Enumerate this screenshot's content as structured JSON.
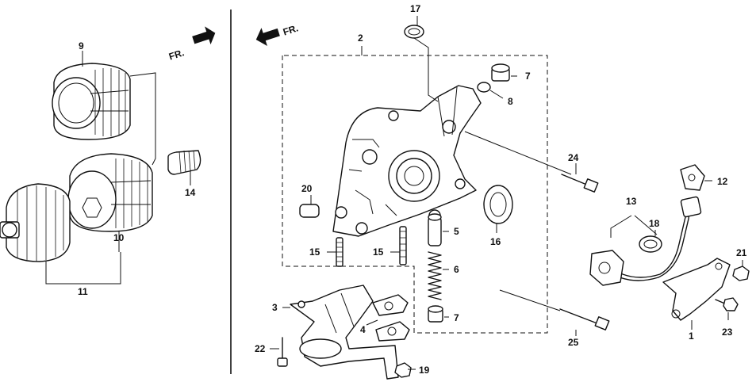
{
  "fr_labels": {
    "left": "FR.",
    "right": "FR."
  },
  "callouts": {
    "c9": "9",
    "c10": "10",
    "c11": "11",
    "c14": "14",
    "c17": "17",
    "c2": "2",
    "c7a": "7",
    "c8": "8",
    "c24": "24",
    "c20": "20",
    "c5": "5",
    "c16": "16",
    "c15a": "15",
    "c15b": "15",
    "c6": "6",
    "c7b": "7",
    "c3": "3",
    "c4": "4",
    "c22": "22",
    "c19": "19",
    "c25": "25",
    "c13": "13",
    "c12": "12",
    "c18": "18",
    "c21": "21",
    "c1": "1",
    "c23": "23"
  }
}
